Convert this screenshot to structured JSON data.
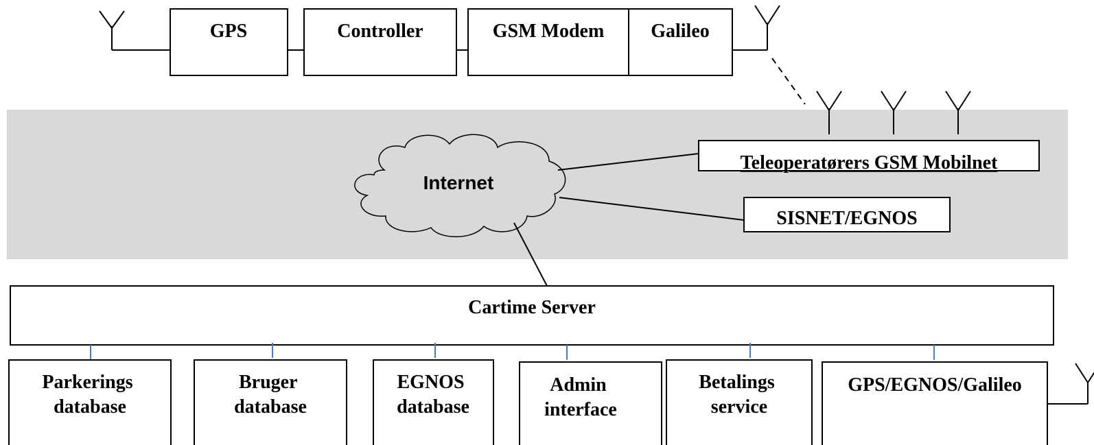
{
  "device": {
    "gps": "GPS",
    "controller": "Controller",
    "gsm_modem": "GSM Modem",
    "galileo": "Galileo"
  },
  "network": {
    "internet": "Internet",
    "gsm_network": "Teleoperatørers GSM Mobilnet",
    "sisnet": "SISNET/EGNOS"
  },
  "server": {
    "title": "Cartime Server"
  },
  "modules": {
    "parkering": [
      "Parkerings",
      "database"
    ],
    "bruger": [
      "Bruger",
      "database"
    ],
    "egnos": [
      "EGNOS",
      "database"
    ],
    "admin": [
      "Admin",
      "interface"
    ],
    "betaling": [
      "Betalings",
      "service"
    ],
    "gnss": [
      "GPS/EGNOS/Galileo"
    ]
  },
  "colors": {
    "band": "#d9d9d9",
    "bus": "#4a7ebb",
    "cloud_fill": "#d9d9d9"
  }
}
